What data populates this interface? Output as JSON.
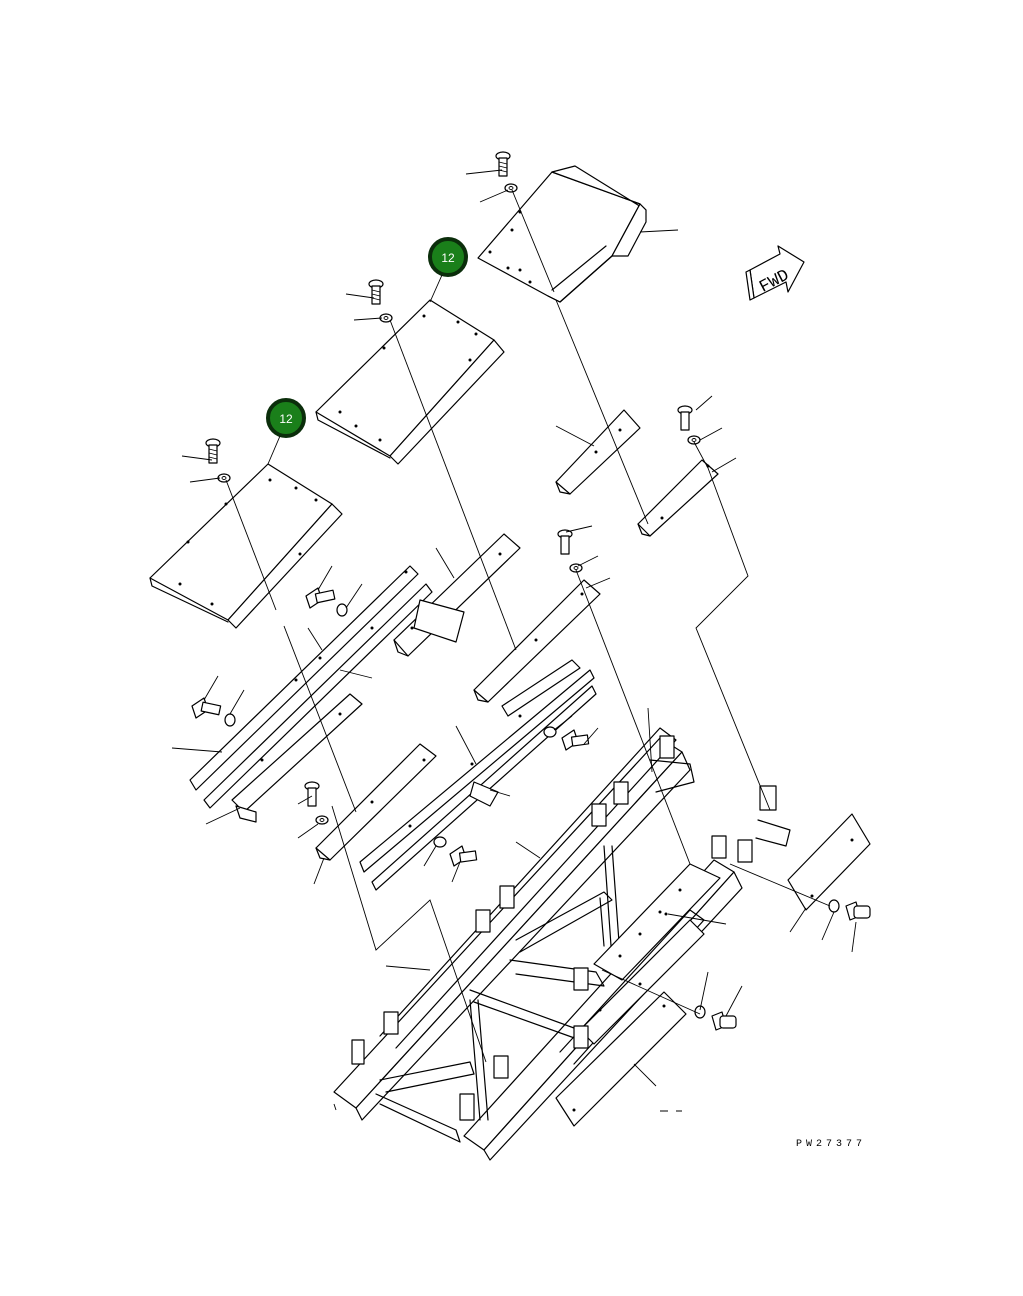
{
  "diagram": {
    "direction_label": "FWD",
    "drawing_number": "PW27377",
    "callouts": [
      {
        "label": "12"
      },
      {
        "label": "12"
      }
    ]
  }
}
